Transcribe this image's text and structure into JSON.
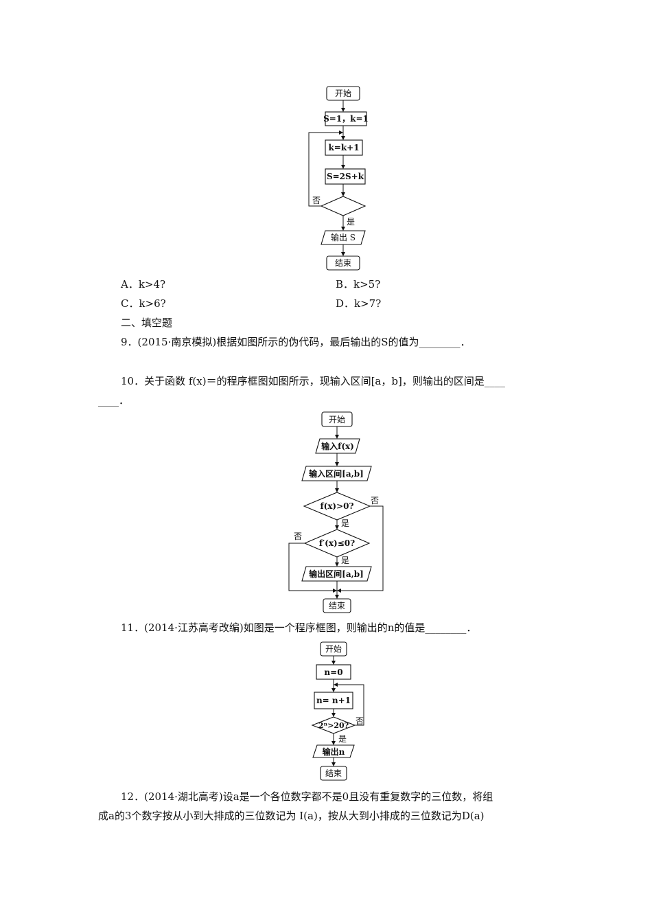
{
  "flow1": {
    "start": "开始",
    "init": "S=1，k=1",
    "step1": "k=k+1",
    "step2": "S=2S+k",
    "no": "否",
    "yes": "是",
    "output": "输出 S",
    "end": "结束"
  },
  "options": {
    "a": "A．k>4?",
    "b": "B．k>5?",
    "c": "C．k>6?",
    "d": "D．k>7?"
  },
  "section_title": "二、填空题",
  "q9": "9．(2015·南京模拟)根据如图所示的伪代码，最后输出的S的值为________．",
  "q10_line1": "10．关于函数 f(x)＝的程序框图如图所示，现输入区间[a，b]，则输出的区间是____",
  "q10_line2": "____．",
  "flow2": {
    "start": "开始",
    "input1": "输入f(x)",
    "input2": "输入区间[a,b]",
    "cond1": "f(x)>0?",
    "cond2": "f′(x)≤0?",
    "no1": "否",
    "yes1": "是",
    "no2": "否",
    "yes2": "是",
    "output": "输出区间[a,b]",
    "end": "结束"
  },
  "q11": "11．(2014·江苏高考改编)如图是一个程序框图，则输出的n的值是________．",
  "flow3": {
    "start": "开始",
    "init": "n=0",
    "step": "n= n+1",
    "cond": "2ⁿ>20?",
    "no": "否",
    "yes": "是",
    "output": "输出n",
    "end": "结束"
  },
  "q12_line1": "12．(2014·湖北高考)设a是一个各位数字都不是0且没有重复数字的三位数，将组",
  "q12_line2": "成a的3个数字按从小到大排成的三位数记为 I(a)，按从大到小排成的三位数记为D(a)"
}
